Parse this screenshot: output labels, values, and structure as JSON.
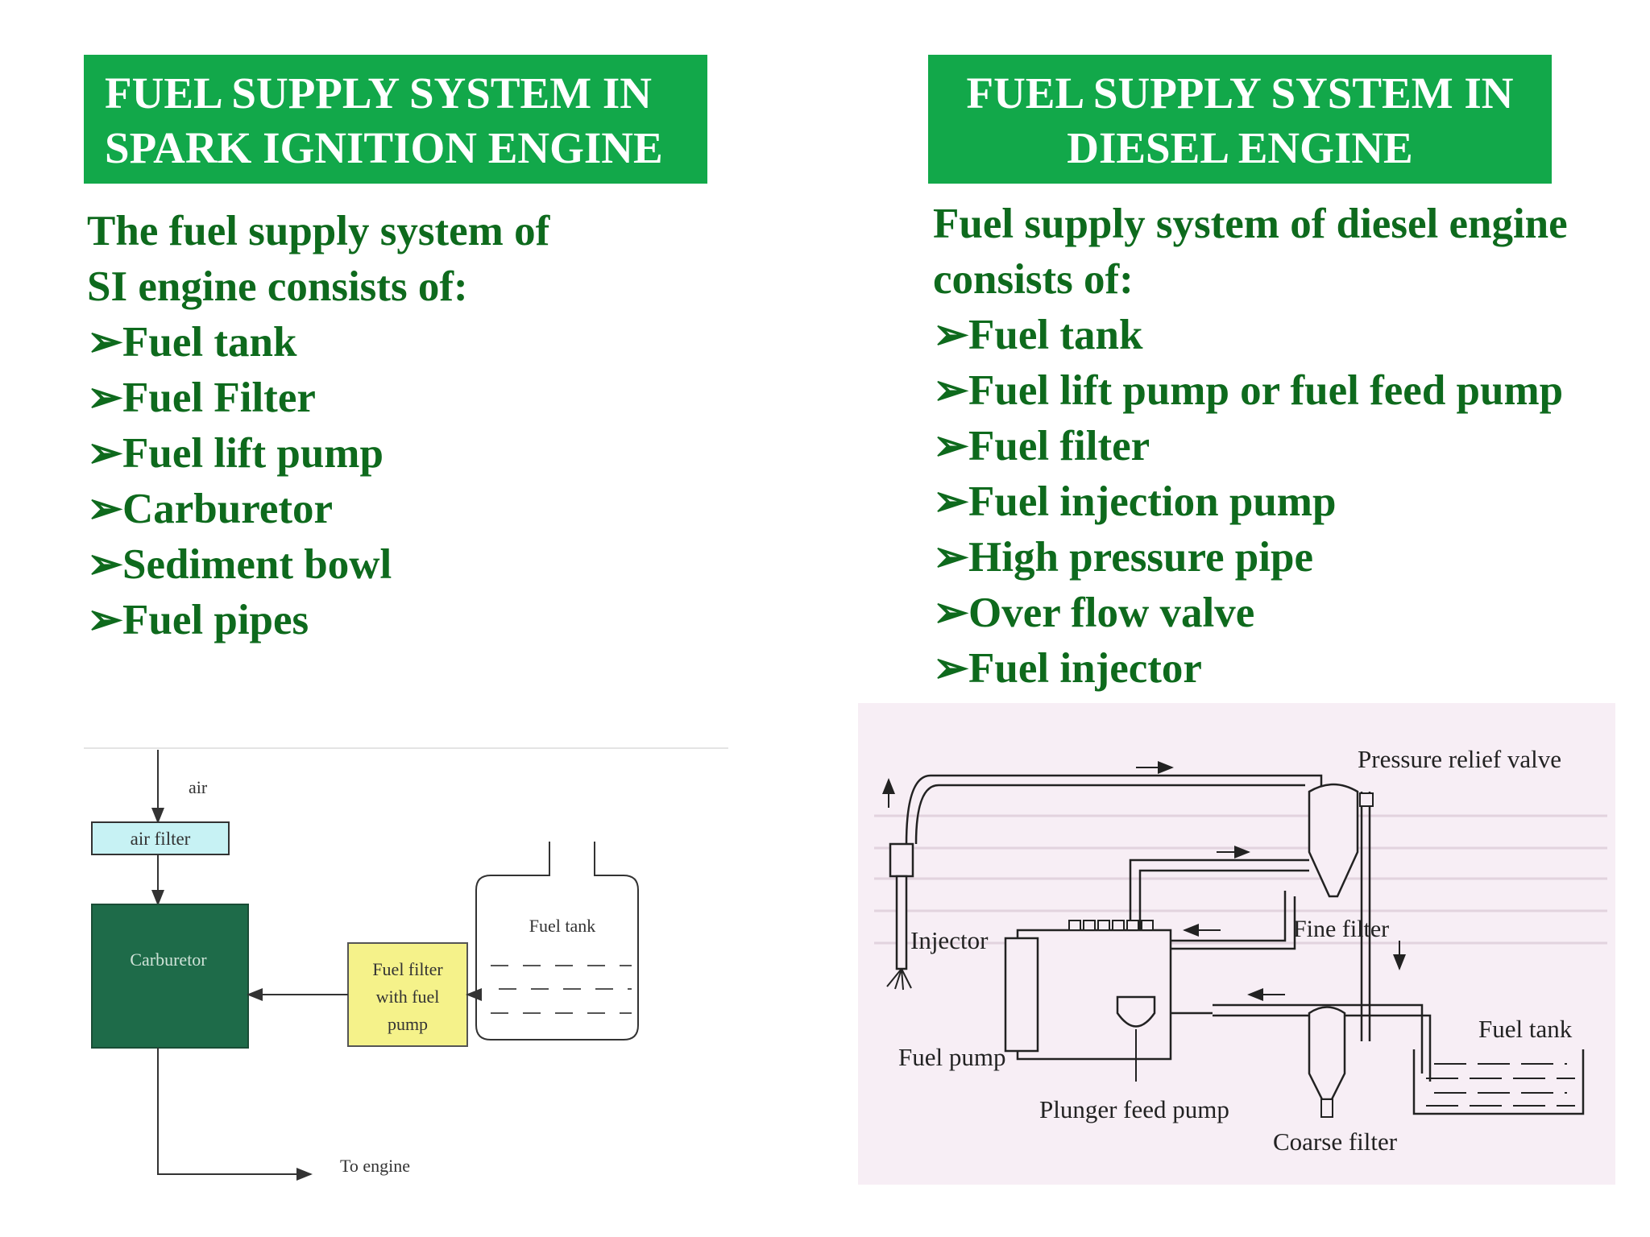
{
  "left": {
    "title_lines": [
      "FUEL SUPPLY SYSTEM IN",
      "SPARK IGNITION ENGINE"
    ],
    "intro_lines": [
      "The fuel supply system of",
      "SI engine consists of:"
    ],
    "bullet_glyph": "➢",
    "items": [
      "Fuel tank",
      "Fuel Filter",
      "Fuel lift pump",
      "Carburetor",
      "Sediment bowl",
      "Fuel pipes"
    ],
    "diagram": {
      "air": "air",
      "air_filter": "air filter",
      "carburetor": "Carburetor",
      "fuel_filter_lines": [
        "Fuel filter",
        "with fuel",
        "pump"
      ],
      "fuel_tank": "Fuel tank",
      "to_engine": "To engine",
      "colors": {
        "air_filter": "#c7f2f4",
        "carburetor": "#1e6b49",
        "fuel_filter": "#f5f28a"
      }
    }
  },
  "right": {
    "title_lines": [
      "FUEL SUPPLY SYSTEM IN",
      "DIESEL ENGINE"
    ],
    "intro_lines": [
      "Fuel supply system of diesel engine",
      "consists of:"
    ],
    "bullet_glyph": "➢",
    "items": [
      "Fuel tank",
      "Fuel lift pump or fuel feed pump",
      "Fuel filter",
      "Fuel injection pump",
      "High pressure pipe",
      "Over flow valve",
      "Fuel injector"
    ],
    "diagram": {
      "pressure_relief_valve": "Pressure relief valve",
      "injector": "Injector",
      "fine_filter": "Fine filter",
      "fuel_pump": "Fuel pump",
      "fuel_tank": "Fuel tank",
      "plunger_feed_pump": "Plunger feed pump",
      "coarse_filter": "Coarse filter",
      "colors": {
        "background": "#f7eef5"
      }
    }
  },
  "colors": {
    "title_bg": "#12a84a",
    "title_text": "#ffffff",
    "body_text": "#0e6a1d"
  }
}
